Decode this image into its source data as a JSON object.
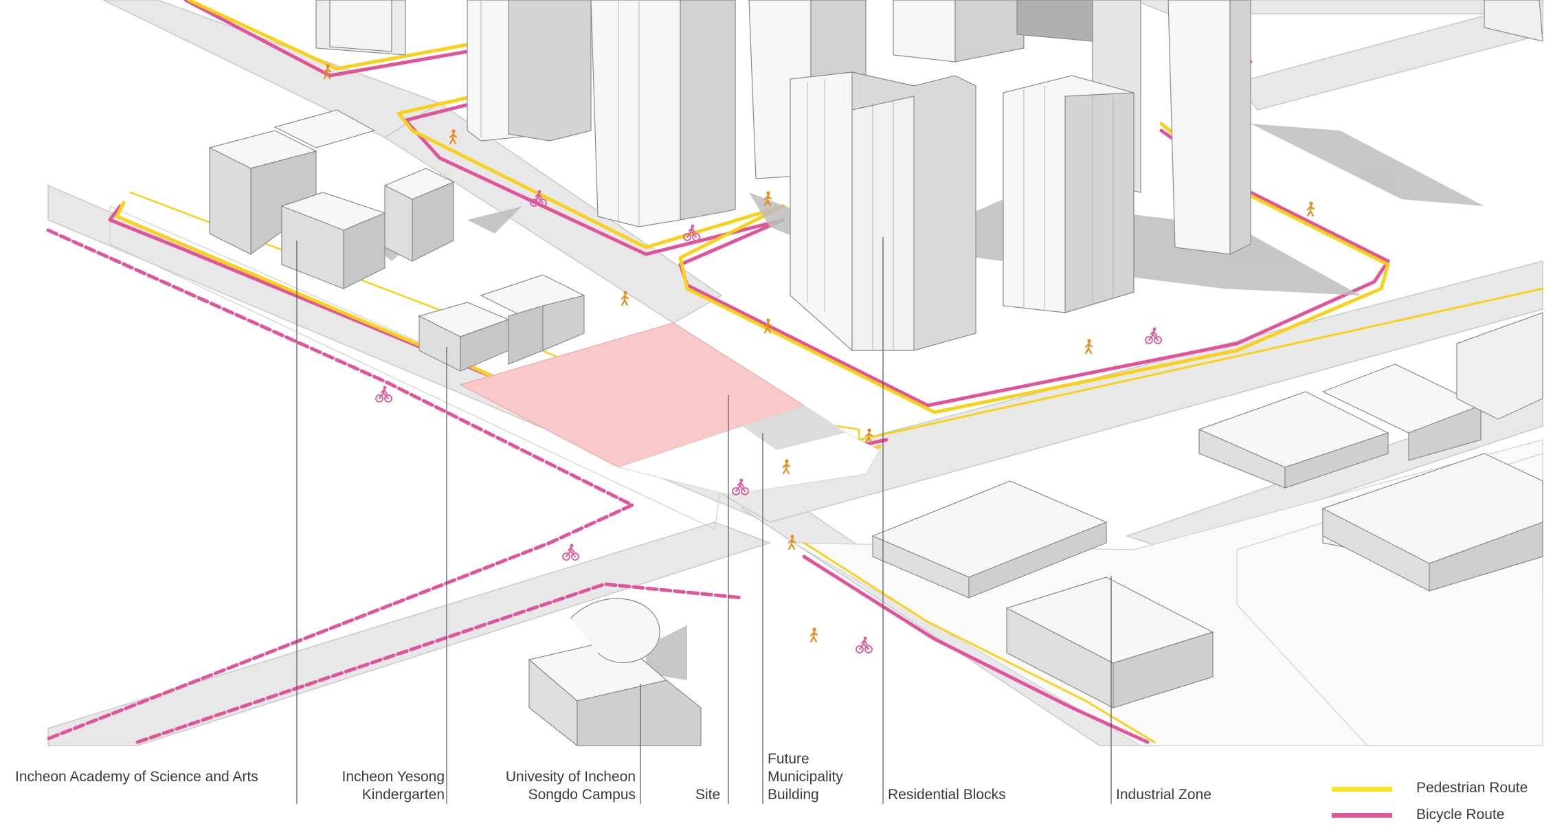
{
  "labels": {
    "academy": "Incheon Academy of Science and Arts",
    "kindergarten_1": "Incheon Yesong",
    "kindergarten_2": "Kindergarten",
    "university_1": "Univesity of  Incheon",
    "university_2": "Songdo Campus",
    "site": "Site",
    "municipality_1": "Future",
    "municipality_2": "Municipality",
    "municipality_3": "Building",
    "residential": "Residential Blocks",
    "industrial": "Industrial Zone"
  },
  "legend": {
    "pedestrian": "Pedestrian Route",
    "bicycle": "Bicycle Route"
  },
  "colors": {
    "pedestrian": "#f7d21c",
    "bicycle": "#e0559a",
    "site": "#f9c8c9",
    "road": "#e6e6e6",
    "building_top": "#f7f7f7",
    "building_side": "#d6d6d6",
    "shadow": "#bdbdbd",
    "walker_icon": "#e88a1a"
  },
  "icons": {
    "pedestrian": "walking-person-icon",
    "bicycle": "cyclist-icon"
  }
}
